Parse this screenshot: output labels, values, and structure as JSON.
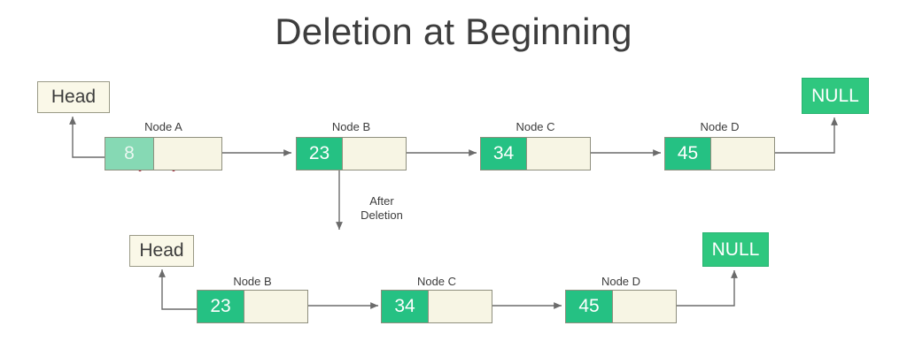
{
  "title": "Deletion at Beginning",
  "annotation": {
    "after": "After",
    "deletion": "Deletion"
  },
  "colors": {
    "node_value_fill": "#25c183",
    "node_value_fill_faded": "#86d9b4",
    "node_next_fill": "#f7f5e4",
    "head_fill": "#faf8e8",
    "null_fill": "#2fc77f",
    "delete_mark": "#a52036",
    "connector": "#6b6b6b",
    "title_text": "#3d3d3d"
  },
  "before": {
    "head": {
      "label": "Head"
    },
    "null": {
      "label": "NULL"
    },
    "nodes": [
      {
        "label": "Node A",
        "value": "8",
        "deleted": true
      },
      {
        "label": "Node B",
        "value": "23",
        "deleted": false
      },
      {
        "label": "Node C",
        "value": "34",
        "deleted": false
      },
      {
        "label": "Node D",
        "value": "45",
        "deleted": false
      }
    ]
  },
  "after": {
    "head": {
      "label": "Head"
    },
    "null": {
      "label": "NULL"
    },
    "nodes": [
      {
        "label": "Node B",
        "value": "23",
        "deleted": false
      },
      {
        "label": "Node C",
        "value": "34",
        "deleted": false
      },
      {
        "label": "Node D",
        "value": "45",
        "deleted": false
      }
    ]
  }
}
